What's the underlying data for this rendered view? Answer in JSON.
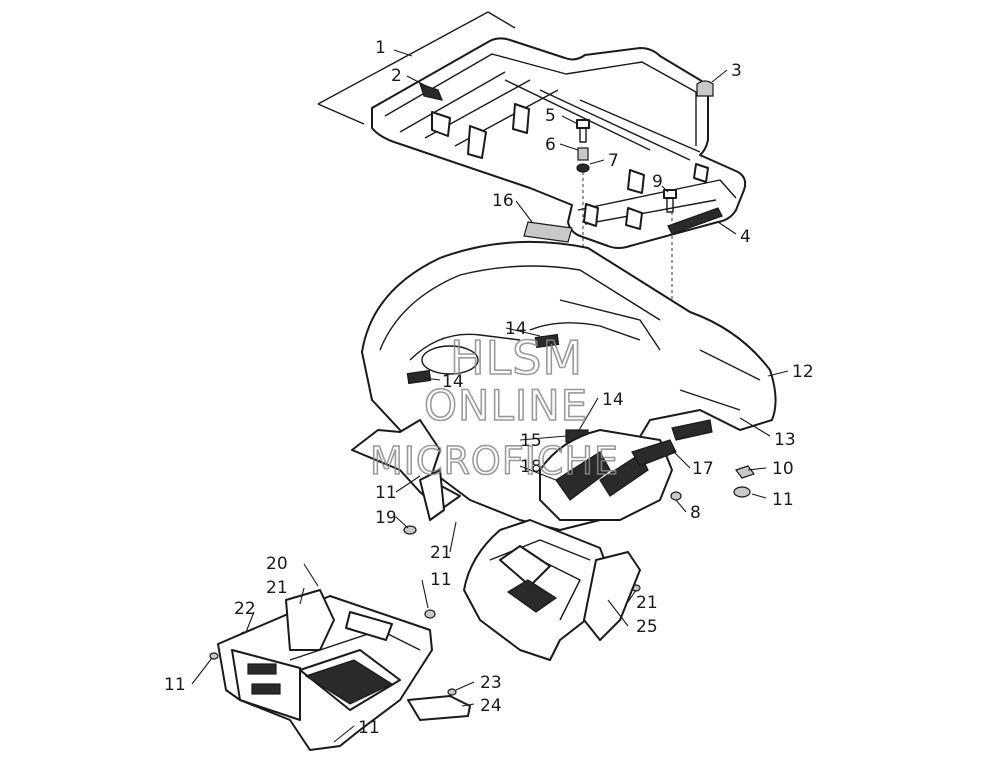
{
  "diagram": {
    "callouts": [
      "1",
      "2",
      "3",
      "4",
      "5",
      "6",
      "7",
      "8",
      "9",
      "10",
      "11",
      "12",
      "13",
      "14",
      "15",
      "16",
      "17",
      "18",
      "19",
      "20",
      "21",
      "22",
      "23",
      "24",
      "25"
    ],
    "watermark": {
      "line1": "HLSM",
      "line2": "ONLINE",
      "line3": "MICROFICHE"
    },
    "colors": {
      "ink": "#1a1a1a",
      "watermark": "#8a8a8a",
      "background": "#ffffff"
    }
  }
}
